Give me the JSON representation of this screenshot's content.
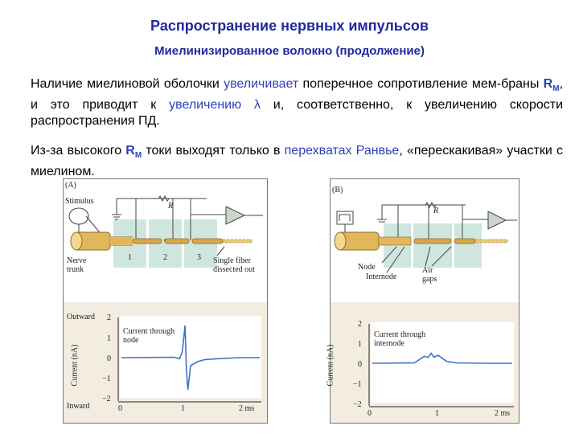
{
  "header": {
    "title": "Распространение нервных импульсов",
    "subtitle": "Миелинизированное волокно (продолжение)"
  },
  "paragraph1": {
    "part1": "Наличие миелиновой оболочки ",
    "highlight1": "увеличивает",
    "part2": " поперечное сопротивление мем-браны ",
    "rm": "R",
    "rm_sub": "М",
    "part3": ", и это приводит к ",
    "highlight2": "увеличению λ",
    "part4": " и, соответственно, к увеличению скорости распространения ПД."
  },
  "paragraph2": {
    "part1": "Из-за высокого ",
    "rm": "R",
    "rm_sub": "М",
    "part2": " токи выходят только в ",
    "highlight": "перехватах Ранвье",
    "part3": ", «перескакивая» участки с миелином."
  },
  "panel_a": {
    "label": "(A)",
    "stimulus": "Stimulus",
    "resistor": "R",
    "pools": [
      "1",
      "2",
      "3"
    ],
    "nerve_trunk": "Nerve\ntrunk",
    "single_fiber": "Single fiber\ndissected out",
    "outward": "Outward",
    "inward": "Inward",
    "ylabel": "Current (nA)",
    "trace_label": "Current through\nnode",
    "yticks": [
      "2",
      "1",
      "0",
      "−1",
      "−2"
    ],
    "xticks": [
      "0",
      "1",
      "2 ms"
    ]
  },
  "panel_b": {
    "label": "(B)",
    "resistor": "R",
    "node": "Node",
    "internode": "Internode",
    "air_gaps": "Air\ngaps",
    "ylabel": "Current (nA)",
    "trace_label": "Current through\ninternode",
    "yticks": [
      "2",
      "1",
      "0",
      "−1",
      "−2"
    ],
    "xticks": [
      "0",
      "1",
      "2 ms"
    ]
  },
  "colors": {
    "title": "#1f2a9e",
    "highlight": "#2b3fb8",
    "trace": "#3a73c9",
    "pool": "#cfe6df",
    "plot_bg": "#f3ece1",
    "axon": "#e2b75a"
  }
}
